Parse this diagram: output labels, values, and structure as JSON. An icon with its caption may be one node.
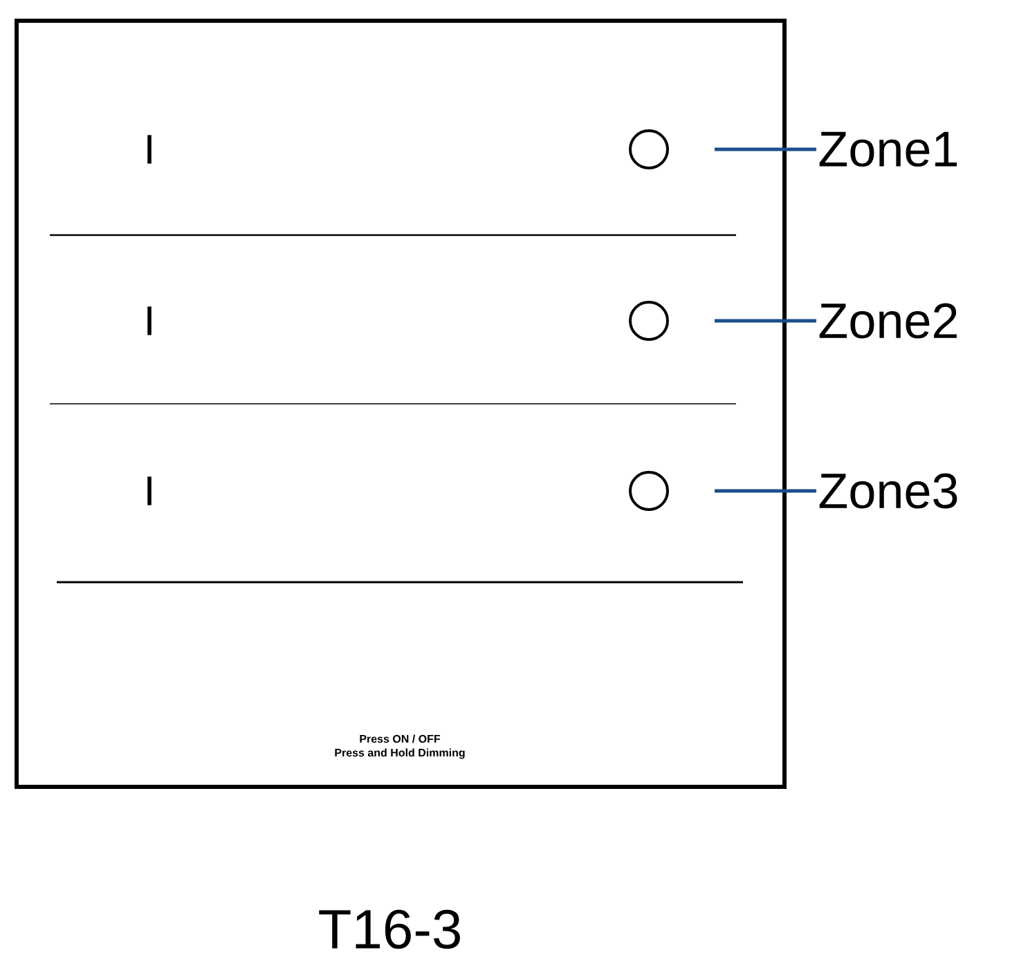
{
  "diagram": {
    "caption": "T16-3",
    "nodes": [
      {
        "text": [
          "Press ON / OFF",
          "Press and Hold Dimming"
        ]
      },
      {
        "text": [],
        "shape": "circle",
        "in": 0
      },
      {
        "text": [],
        "shape": "circle",
        "in": 0
      },
      {
        "text": [],
        "shape": "circle",
        "in": 0
      },
      {
        "text": [
          "Zone1"
        ]
      },
      {
        "text": [
          "Zone2"
        ]
      },
      {
        "text": [
          "Zone3"
        ]
      }
    ],
    "edges": [
      {
        "from": 4,
        "to": 1,
        "arrow": "none",
        "color": "#1c4f8a"
      },
      {
        "from": 5,
        "to": 2,
        "arrow": "none",
        "color": "#1c4f8a"
      },
      {
        "from": 6,
        "to": 3,
        "arrow": "none",
        "color": "#1c4f8a"
      }
    ],
    "labels": [
      "I",
      "I",
      "I"
    ]
  }
}
